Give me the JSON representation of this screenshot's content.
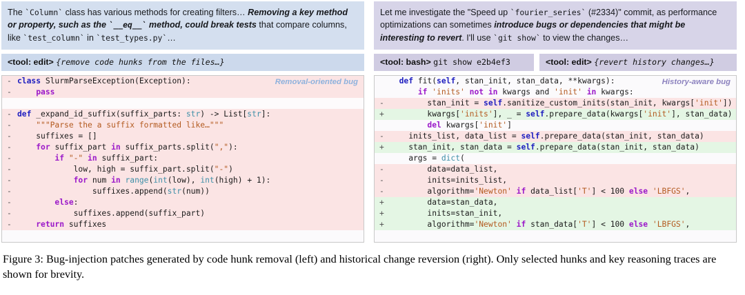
{
  "figure": {
    "caption": "Figure 3: Bug-injection patches generated by code hunk removal (left) and historical change reversion (right). Only selected hunks and key reasoning traces are shown for brevity."
  },
  "left_panel": {
    "corner_tag": "Removal-oriented bug",
    "corner_tag_color": "#8fb2dd",
    "prose_bg": "#d4dfef",
    "prose": {
      "seg1": "The ",
      "code1": "`Column`",
      "seg2": " class has various methods for creating filters… ",
      "em1": "Removing a key method or property, such as the ",
      "em_code": "`__eq__`",
      "em2": " method, could break tests",
      "seg3": " that compare columns, like ",
      "code2": "`test_column`",
      "seg4": " in ",
      "code3": "`test_types.py`",
      "seg5": "…"
    },
    "tools": [
      {
        "tag": "<tool: ",
        "kind": "edit",
        "tag_end": ">",
        "note": "{remove code hunks from the files…}"
      }
    ],
    "diff": [
      {
        "sign": "-",
        "type": "del",
        "tokens": [
          {
            "t": "class ",
            "c": "k"
          },
          {
            "t": "SlurmParseException(Exception):",
            "c": "n"
          }
        ]
      },
      {
        "sign": "-",
        "type": "del",
        "tokens": [
          {
            "t": "    ",
            "c": "n"
          },
          {
            "t": "pass",
            "c": "kw"
          }
        ]
      },
      {
        "sign": "",
        "type": "gap",
        "tokens": [
          {
            "t": "",
            "c": "n"
          }
        ]
      },
      {
        "sign": "-",
        "type": "del",
        "tokens": [
          {
            "t": "def ",
            "c": "k"
          },
          {
            "t": "_expand_id_suffix(suffix_parts: ",
            "c": "n"
          },
          {
            "t": "str",
            "c": "bi"
          },
          {
            "t": ") -> List[",
            "c": "n"
          },
          {
            "t": "str",
            "c": "bi"
          },
          {
            "t": "]:",
            "c": "n"
          }
        ]
      },
      {
        "sign": "-",
        "type": "del",
        "tokens": [
          {
            "t": "    ",
            "c": "n"
          },
          {
            "t": "\"\"\"Parse the a suffix formatted like…\"\"\"",
            "c": "s"
          }
        ]
      },
      {
        "sign": "-",
        "type": "del",
        "tokens": [
          {
            "t": "    suffixes = []",
            "c": "n"
          }
        ]
      },
      {
        "sign": "-",
        "type": "del",
        "tokens": [
          {
            "t": "    ",
            "c": "n"
          },
          {
            "t": "for ",
            "c": "kw"
          },
          {
            "t": "suffix_part ",
            "c": "n"
          },
          {
            "t": "in ",
            "c": "kw"
          },
          {
            "t": "suffix_parts.split(",
            "c": "n"
          },
          {
            "t": "\",\"",
            "c": "s"
          },
          {
            "t": "):",
            "c": "n"
          }
        ]
      },
      {
        "sign": "-",
        "type": "del",
        "tokens": [
          {
            "t": "        ",
            "c": "n"
          },
          {
            "t": "if ",
            "c": "kw"
          },
          {
            "t": "\"-\" ",
            "c": "s"
          },
          {
            "t": "in ",
            "c": "kw"
          },
          {
            "t": "suffix_part:",
            "c": "n"
          }
        ]
      },
      {
        "sign": "-",
        "type": "del",
        "tokens": [
          {
            "t": "            low, high = suffix_part.split(",
            "c": "n"
          },
          {
            "t": "\"-\"",
            "c": "s"
          },
          {
            "t": ")",
            "c": "n"
          }
        ]
      },
      {
        "sign": "-",
        "type": "del",
        "tokens": [
          {
            "t": "            ",
            "c": "n"
          },
          {
            "t": "for ",
            "c": "kw"
          },
          {
            "t": "num ",
            "c": "n"
          },
          {
            "t": "in ",
            "c": "kw"
          },
          {
            "t": "range",
            "c": "bi"
          },
          {
            "t": "(",
            "c": "n"
          },
          {
            "t": "int",
            "c": "bi"
          },
          {
            "t": "(low), ",
            "c": "n"
          },
          {
            "t": "int",
            "c": "bi"
          },
          {
            "t": "(high) + 1):",
            "c": "n"
          }
        ]
      },
      {
        "sign": "-",
        "type": "del",
        "tokens": [
          {
            "t": "                suffixes.append(",
            "c": "n"
          },
          {
            "t": "str",
            "c": "bi"
          },
          {
            "t": "(num))",
            "c": "n"
          }
        ]
      },
      {
        "sign": "-",
        "type": "del",
        "tokens": [
          {
            "t": "        ",
            "c": "n"
          },
          {
            "t": "else",
            "c": "kw"
          },
          {
            "t": ":",
            "c": "n"
          }
        ]
      },
      {
        "sign": "-",
        "type": "del",
        "tokens": [
          {
            "t": "            suffixes.append(suffix_part)",
            "c": "n"
          }
        ]
      },
      {
        "sign": "-",
        "type": "del",
        "tokens": [
          {
            "t": "    ",
            "c": "n"
          },
          {
            "t": "return ",
            "c": "kw"
          },
          {
            "t": "suffixes",
            "c": "n"
          }
        ]
      }
    ]
  },
  "right_panel": {
    "corner_tag": "History-aware bug",
    "corner_tag_color": "#8d83bf",
    "prose_bg": "#d7d4e8",
    "prose": {
      "seg1": "Let me investigate the \"Speed up ",
      "code1": "`fourier_series`",
      "seg2": " (#2334)\" commit, as performance optimizations can sometimes ",
      "em1": "introduce bugs or dependencies that might be interesting to revert",
      "seg3": ". I'll use ",
      "code2": "`git show`",
      "seg4": " to view the changes…"
    },
    "tools": [
      {
        "tag": "<tool: ",
        "kind": "bash",
        "tag_end": ">",
        "cmd": "git show e2b4ef3"
      },
      {
        "tag": "<tool: ",
        "kind": "edit",
        "tag_end": ">",
        "note": "{revert history changes…}"
      }
    ],
    "diff": [
      {
        "sign": "",
        "type": "ctx",
        "tokens": [
          {
            "t": "  ",
            "c": "n"
          },
          {
            "t": "def ",
            "c": "k"
          },
          {
            "t": "fit(",
            "c": "n"
          },
          {
            "t": "self",
            "c": "k"
          },
          {
            "t": ", stan_init, stan_data, **kwargs):",
            "c": "n"
          }
        ]
      },
      {
        "sign": "",
        "type": "ctx",
        "tokens": [
          {
            "t": "      ",
            "c": "n"
          },
          {
            "t": "if ",
            "c": "kw"
          },
          {
            "t": "'inits' ",
            "c": "s"
          },
          {
            "t": "not in ",
            "c": "kw"
          },
          {
            "t": "kwargs and ",
            "c": "n"
          },
          {
            "t": "'init' ",
            "c": "s"
          },
          {
            "t": "in ",
            "c": "kw"
          },
          {
            "t": "kwargs:",
            "c": "n"
          }
        ]
      },
      {
        "sign": "-",
        "type": "del",
        "tokens": [
          {
            "t": "        stan_init = ",
            "c": "n"
          },
          {
            "t": "self",
            "c": "k"
          },
          {
            "t": ".sanitize_custom_inits(stan_init, kwargs[",
            "c": "n"
          },
          {
            "t": "'init'",
            "c": "s"
          },
          {
            "t": "])",
            "c": "n"
          }
        ]
      },
      {
        "sign": "+",
        "type": "add",
        "tokens": [
          {
            "t": "        kwargs[",
            "c": "n"
          },
          {
            "t": "'inits'",
            "c": "s"
          },
          {
            "t": "], _ = ",
            "c": "n"
          },
          {
            "t": "self",
            "c": "k"
          },
          {
            "t": ".prepare_data(kwargs[",
            "c": "n"
          },
          {
            "t": "'init'",
            "c": "s"
          },
          {
            "t": "], stan_data)",
            "c": "n"
          }
        ]
      },
      {
        "sign": "",
        "type": "ctx",
        "tokens": [
          {
            "t": "        ",
            "c": "n"
          },
          {
            "t": "del ",
            "c": "kw"
          },
          {
            "t": "kwargs[",
            "c": "n"
          },
          {
            "t": "'init'",
            "c": "s"
          },
          {
            "t": "]",
            "c": "n"
          }
        ]
      },
      {
        "sign": "-",
        "type": "del",
        "tokens": [
          {
            "t": "    inits_list, data_list = ",
            "c": "n"
          },
          {
            "t": "self",
            "c": "k"
          },
          {
            "t": ".prepare_data(stan_init, stan_data)",
            "c": "n"
          }
        ]
      },
      {
        "sign": "+",
        "type": "add",
        "tokens": [
          {
            "t": "    stan_init, stan_data = ",
            "c": "n"
          },
          {
            "t": "self",
            "c": "k"
          },
          {
            "t": ".prepare_data(stan_init, stan_data)",
            "c": "n"
          }
        ]
      },
      {
        "sign": "",
        "type": "ctx",
        "tokens": [
          {
            "t": "    args = ",
            "c": "n"
          },
          {
            "t": "dict",
            "c": "bi"
          },
          {
            "t": "(",
            "c": "n"
          }
        ]
      },
      {
        "sign": "-",
        "type": "del",
        "tokens": [
          {
            "t": "        data=data_list,",
            "c": "n"
          }
        ]
      },
      {
        "sign": "-",
        "type": "del",
        "tokens": [
          {
            "t": "        inits=inits_list,",
            "c": "n"
          }
        ]
      },
      {
        "sign": "-",
        "type": "del",
        "tokens": [
          {
            "t": "        algorithm=",
            "c": "n"
          },
          {
            "t": "'Newton' ",
            "c": "s"
          },
          {
            "t": "if ",
            "c": "kw"
          },
          {
            "t": "data_list[",
            "c": "n"
          },
          {
            "t": "'T'",
            "c": "s"
          },
          {
            "t": "] < 100 ",
            "c": "n"
          },
          {
            "t": "else ",
            "c": "kw"
          },
          {
            "t": "'LBFGS'",
            "c": "s"
          },
          {
            "t": ",",
            "c": "n"
          }
        ]
      },
      {
        "sign": "+",
        "type": "add",
        "tokens": [
          {
            "t": "        data=stan_data,",
            "c": "n"
          }
        ]
      },
      {
        "sign": "+",
        "type": "add",
        "tokens": [
          {
            "t": "        inits=stan_init,",
            "c": "n"
          }
        ]
      },
      {
        "sign": "+",
        "type": "add",
        "tokens": [
          {
            "t": "        algorithm=",
            "c": "n"
          },
          {
            "t": "'Newton' ",
            "c": "s"
          },
          {
            "t": "if ",
            "c": "kw"
          },
          {
            "t": "stan_data[",
            "c": "n"
          },
          {
            "t": "'T'",
            "c": "s"
          },
          {
            "t": "] < 100 ",
            "c": "n"
          },
          {
            "t": "else ",
            "c": "kw"
          },
          {
            "t": "'LBFGS'",
            "c": "s"
          },
          {
            "t": ",",
            "c": "n"
          }
        ]
      }
    ]
  }
}
